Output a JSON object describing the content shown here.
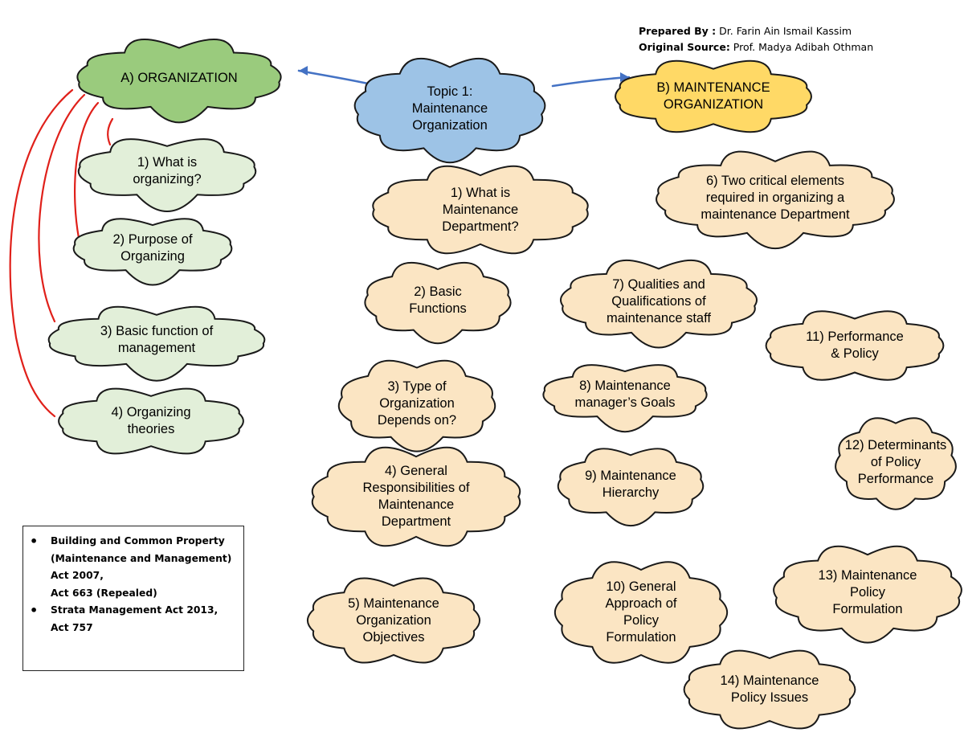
{
  "credits": {
    "prepared_label": "Prepared By :",
    "prepared_value": " Dr. Farin Ain Ismail Kassim",
    "source_label": "Original Source:",
    "source_value": " Prof. Madya Adibah Othman"
  },
  "colors": {
    "organization": "#9acb7d",
    "topic": "#9dc3e6",
    "maintenance": "#ffd966",
    "organization_sub": "#e2efd9",
    "maintenance_sub": "#fbe5c3",
    "connector_red": "#e0201a",
    "connector_blue": "#4472c4"
  },
  "nodes": [
    {
      "id": "organization",
      "text": "A) ORGANIZATION",
      "group": "organization"
    },
    {
      "id": "topic",
      "text": "Topic 1:\nMaintenance\nOrganization",
      "group": "topic"
    },
    {
      "id": "maintenance",
      "text": "B) MAINTENANCE\nORGANIZATION",
      "group": "maintenance"
    },
    {
      "id": "a1",
      "text": "1) What is\norganizing?",
      "group": "organization_sub"
    },
    {
      "id": "a2",
      "text": "2) Purpose of\nOrganizing",
      "group": "organization_sub"
    },
    {
      "id": "a3",
      "text": "3) Basic function of\nmanagement",
      "group": "organization_sub"
    },
    {
      "id": "a4",
      "text": "4) Organizing\ntheories",
      "group": "organization_sub"
    },
    {
      "id": "b1",
      "text": "1) What is\nMaintenance\nDepartment?",
      "group": "maintenance_sub"
    },
    {
      "id": "b2",
      "text": "2) Basic\nFunctions",
      "group": "maintenance_sub"
    },
    {
      "id": "b3",
      "text": "3) Type of\nOrganization\nDepends on?",
      "group": "maintenance_sub"
    },
    {
      "id": "b4",
      "text": "4) General\nResponsibilities of\nMaintenance\nDepartment",
      "group": "maintenance_sub"
    },
    {
      "id": "b5",
      "text": "5) Maintenance\nOrganization\nObjectives",
      "group": "maintenance_sub"
    },
    {
      "id": "b6",
      "text": "6) Two critical elements\nrequired in organizing a\nmaintenance Department",
      "group": "maintenance_sub"
    },
    {
      "id": "b7",
      "text": "7) Qualities and\nQualifications of\nmaintenance staff",
      "group": "maintenance_sub"
    },
    {
      "id": "b8",
      "text": "8) Maintenance\nmanager’s Goals",
      "group": "maintenance_sub"
    },
    {
      "id": "b9",
      "text": "9) Maintenance\nHierarchy",
      "group": "maintenance_sub"
    },
    {
      "id": "b10",
      "text": "10) General\nApproach of\nPolicy\nFormulation",
      "group": "maintenance_sub"
    },
    {
      "id": "b11",
      "text": "11) Performance\n& Policy",
      "group": "maintenance_sub"
    },
    {
      "id": "b12",
      "text": "12) Determinants\nof Policy\nPerformance",
      "group": "maintenance_sub"
    },
    {
      "id": "b13",
      "text": "13) Maintenance\nPolicy\nFormulation",
      "group": "maintenance_sub"
    },
    {
      "id": "b14",
      "text": "14) Maintenance\nPolicy Issues",
      "group": "maintenance_sub"
    }
  ],
  "edges": [
    {
      "from": "topic",
      "to": "organization",
      "style": "blue-arrow"
    },
    {
      "from": "topic",
      "to": "maintenance",
      "style": "blue-arrow"
    },
    {
      "from": "organization",
      "to": "a1",
      "style": "red"
    },
    {
      "from": "organization",
      "to": "a2",
      "style": "red"
    },
    {
      "from": "organization",
      "to": "a3",
      "style": "red"
    },
    {
      "from": "organization",
      "to": "a4",
      "style": "red"
    }
  ],
  "legend": {
    "items": [
      "Building and Common Property\n(Maintenance and Management)\nAct 2007,\nAct 663 (Repealed)",
      "Strata Management Act 2013,\nAct 757"
    ]
  }
}
